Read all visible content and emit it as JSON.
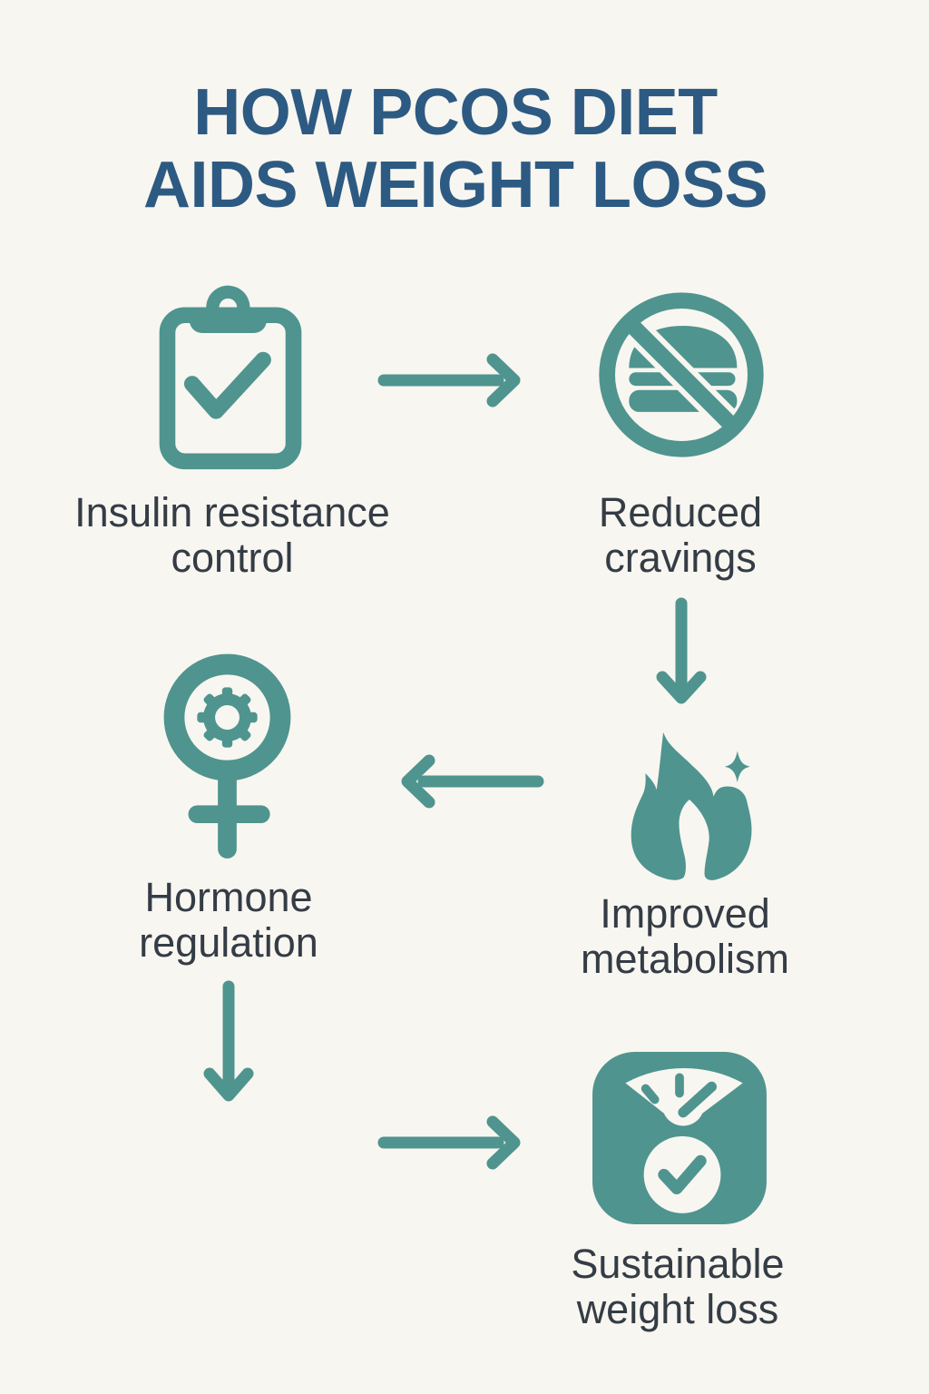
{
  "title": {
    "text": "HOW PCOS DIET\nAIDS WEIGHT LOSS"
  },
  "steps": [
    {
      "id": "insulin-resistance-control",
      "label": "Insulin resistance\ncontrol",
      "icon": "clipboard-check-icon"
    },
    {
      "id": "reduced-cravings",
      "label": "Reduced\ncravings",
      "icon": "no-burger-icon"
    },
    {
      "id": "improved-metabolism",
      "label": "Improved\nmetabolism",
      "icon": "flame-sparkle-icon"
    },
    {
      "id": "hormone-regulation",
      "label": "Hormone\nregulation",
      "icon": "female-symbol-gear-icon"
    },
    {
      "id": "sustainable-weight-loss",
      "label": "Sustainable\nweight loss",
      "icon": "weight-scale-check-icon"
    }
  ],
  "arrows": [
    {
      "from": "insulin-resistance-control",
      "to": "reduced-cravings",
      "direction": "right"
    },
    {
      "from": "reduced-cravings",
      "to": "improved-metabolism",
      "direction": "down"
    },
    {
      "from": "improved-metabolism",
      "to": "hormone-regulation",
      "direction": "left"
    },
    {
      "from": "hormone-regulation",
      "to": "sustainable-weight-loss",
      "direction": "down"
    },
    {
      "from": "hormone-regulation",
      "to": "sustainable-weight-loss",
      "direction": "right"
    }
  ],
  "colors": {
    "background": "#F8F6F0",
    "accent_teal": "#4F948F",
    "title_blue": "#2D5A82",
    "label_dark": "#343C46"
  }
}
